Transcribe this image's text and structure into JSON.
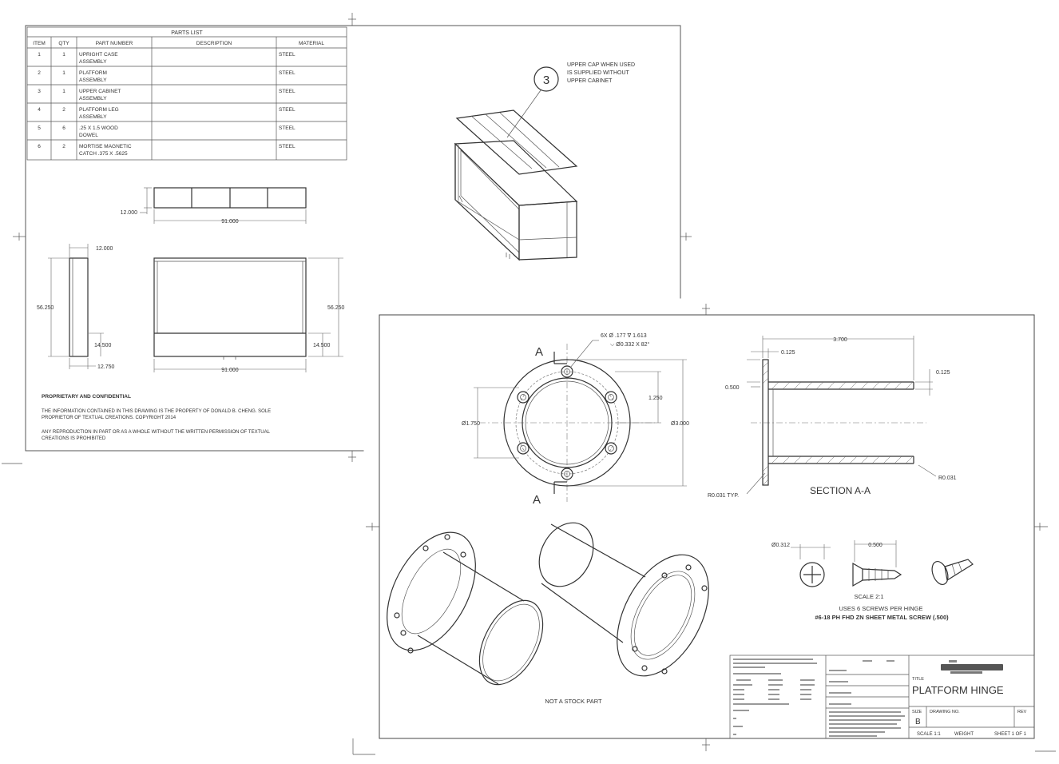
{
  "sheet1": {
    "parts_list": {
      "title": "PARTS LIST",
      "columns": [
        "ITEM",
        "QTY",
        "PART NUMBER",
        "DESCRIPTION",
        "MATERIAL"
      ],
      "rows": [
        {
          "item": "1",
          "qty": "1",
          "part": [
            "UPRIGHT CASE",
            "ASSEMBLY"
          ],
          "material": "STEEL"
        },
        {
          "item": "2",
          "qty": "1",
          "part": [
            "PLATFORM",
            "ASSEMBLY"
          ],
          "material": "STEEL"
        },
        {
          "item": "3",
          "qty": "1",
          "part": [
            "UPPER CABINET",
            "ASSEMBLY"
          ],
          "material": "STEEL"
        },
        {
          "item": "4",
          "qty": "2",
          "part": [
            "PLATFORM LEG",
            "ASSEMBLY"
          ],
          "material": "STEEL"
        },
        {
          "item": "5",
          "qty": "6",
          "part": [
            ".25 X 1.5 WOOD",
            "DOWEL"
          ],
          "material": "STEEL"
        },
        {
          "item": "6",
          "qty": "2",
          "part": [
            "MORTISE MAGNETIC",
            "CATCH .375 X .5625"
          ],
          "material": "STEEL"
        }
      ]
    },
    "balloon": "3",
    "note": [
      "UPPER CAP WHEN USED",
      "IS SUPPLIED WITHOUT",
      "UPPER CABINET"
    ],
    "dims": {
      "top_depth": "12.000",
      "top_width": "91.000",
      "side_depth": "12.000",
      "side_height": "56.250",
      "side_base": "14.500",
      "side_bottom": "12.750",
      "front_height": "56.250",
      "front_base": "14.500",
      "front_width": "91.000"
    },
    "proprietary": {
      "heading": "PROPRIETARY AND CONFIDENTIAL",
      "p1": [
        "THE INFORMATION CONTAINED IN THIS DRAWING IS THE PROPERTY OF DONALD B. CHENG. SOLE",
        "PROPRIETOR OF TEXTUAL CREATIONS. COPYRIGHT 2014"
      ],
      "p2": [
        "ANY REPRODUCTION IN PART OR AS A WHOLE WITHOUT THE WRITTEN PERMISSION OF TEXTUAL",
        "CREATIONS IS PROHIBITED"
      ]
    }
  },
  "sheet2": {
    "callouts": {
      "holes": "6X Ø .177 ∇ 1.613",
      "csk": "⌵ Ø0.332 X 82°",
      "section_letter": "A",
      "bolt_dia": "Ø1.750",
      "flange_dia": "Ø3.000",
      "inner_offset": "1.250",
      "length": "3.700",
      "flange_thk": "0.125",
      "wall": "0.125",
      "lip": "0.500",
      "fillet_left": "R0.031 TYP.",
      "fillet_right": "R0.031"
    },
    "section_label": "SECTION A-A",
    "screw": {
      "head_dia": "Ø0.312",
      "length": "0.500",
      "scale": "SCALE 2:1",
      "note1": "USES 6 SCREWS PER HINGE",
      "note2": "#6-18 PH FHD ZN SHEET METAL SCREW (.500)"
    },
    "iso_label": "NOT A STOCK PART",
    "title_block": {
      "title_label": "TITLE",
      "title": "PLATFORM HINGE",
      "size_label": "SIZE",
      "size": "B",
      "dwg_label": "DRAWING NO.",
      "rev_label": "REV",
      "scale": "SCALE 1:1",
      "weight": "WEIGHT",
      "sheet": "SHEET 1 OF 1"
    }
  }
}
